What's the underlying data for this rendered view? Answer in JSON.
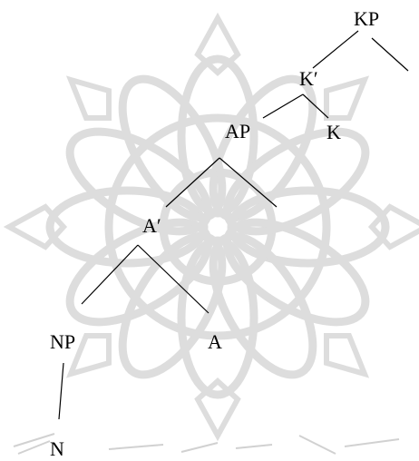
{
  "tree": {
    "nodes": {
      "kp": "KP",
      "k_bar": "K′",
      "ap": "AP",
      "k": "K",
      "a_bar": "A′",
      "np": "NP",
      "a": "A",
      "n": "N"
    }
  },
  "colors": {
    "text": "#000000",
    "edge": "#000000",
    "watermark": "#cfcfcf"
  }
}
